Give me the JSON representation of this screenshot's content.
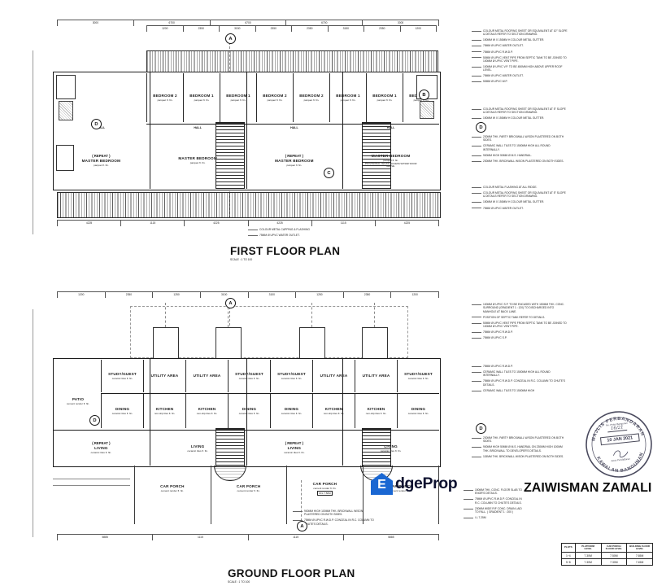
{
  "grid": {
    "a": "A",
    "b": "B",
    "c": "C",
    "d": "D"
  },
  "first_floor": {
    "title": "FIRST FLOOR PLAN",
    "scale": "SCALE : 1 TO 100",
    "dims_top": [
      "3000",
      "6700",
      "6700",
      "6700",
      "3000"
    ],
    "dims_top2": [
      "1200",
      "2350",
      "3150",
      "2350",
      "2350",
      "3150",
      "2350",
      "1200"
    ],
    "dims_bottom": [
      "4225",
      "1115",
      "4225",
      "4225",
      "1115",
      "4225"
    ],
    "bedrooms": [
      {
        "label": "BEDROOM 2",
        "fin": "parquet fl. fin."
      },
      {
        "label": "BEDROOM 1",
        "fin": "parquet fl. fin."
      },
      {
        "label": "BEDROOM 1",
        "fin": "parquet fl. fin."
      },
      {
        "label": "BEDROOM 2",
        "fin": "parquet fl. fin."
      },
      {
        "label": "BEDROOM 2",
        "fin": "parquet fl. fin."
      },
      {
        "label": "BEDROOM 1",
        "fin": "parquet fl. fin."
      },
      {
        "label": "BEDROOM 1",
        "fin": "parquet fl. fin."
      },
      {
        "label": "BEDROOM 2",
        "fin": "parquet fl. fin."
      }
    ],
    "halls": [
      "HALL",
      "HALL",
      "HALL",
      "HALL"
    ],
    "masters": [
      {
        "repeat": "( REPEAT )",
        "label": "MASTER BEDROOM",
        "fin": "parquet fl. fin."
      },
      {
        "label": "MASTER BEDROOM",
        "fin": "parquet fl. fin."
      },
      {
        "repeat": "( REPEAT )",
        "label": "MASTER BEDROOM",
        "fin": "parquet fl. fin."
      },
      {
        "label": "MASTER BEDROOM",
        "fin": "parquet fl. fin.",
        "note": "PROVISIONAL CEILING ACCESS W/TRAP DOOR ABOVE."
      }
    ],
    "bottom_notes": [
      "COLOUR METAL CAPPING & FLASHING",
      "75MM Ø UPVC WATER OUTLET."
    ],
    "ann_group1": [
      "COLOUR METAL ROOFING SHEET OR EQUIVALENT AT 10° SLOPE & DETAILS REFER TO SECTION DRAWING.",
      "150MM W X 150MM H COLOUR METAL GUTTER.",
      "75MM Ø UPVC WATER OUTLET.",
      "75MM Ø UPVC R.W.D.P.",
      "50MM Ø UPVC VENT PIPE FROM SEPTIC TANK TO BE JOINED TO 100MM Ø UPVC VENT PIPE.",
      "100MM Ø UPVC V.P. TO BE 450MM HIGH ABOVE UPPER ROOF LEVEL.",
      "75MM Ø UPVC WATER OUTLET.",
      "50MM Ø UPVC W.P."
    ],
    "ann_group2a": [
      "COLOUR METAL ROOFING SHEET OR EQUIVALENT AT 5° SLOPE & DETAILS REFER TO SECTION DRAWING.",
      "150MM W X 150MM H COLOUR METAL GUTTER."
    ],
    "ann_group2b": [
      "230MM THK. PARTY BRICKWALL W/SON PLASTERED ON BOTH SIDES.",
      "CERAMIC WALL TILES TO 1500MM HIGH ALL ROUND INTERNALLY.",
      "900MM HIGH 50MM Ø M.S. HANDRAIL.",
      "230MM THK. BRICKWALL W/SON PLASTERED ON BOTH SIDES."
    ],
    "ann_group3": [
      "COLOUR METAL FLASHING AT ALL RIDGE.",
      "COLOUR METAL ROOFING SHEET OR EQUIVALENT AT 5° SLOPE & DETAILS REFER TO SECTION DRAWING.",
      "150MM W X 150MM H COLOUR METAL GUTTER.",
      "75MM Ø UPVC WATER OUTLET."
    ]
  },
  "ground_floor": {
    "title": "GROUND FLOOR PLAN",
    "scale": "SCALE : 1 TO 100",
    "dims_top": [
      "1200",
      "2350",
      "1250",
      "3100",
      "3100",
      "1250",
      "2350",
      "1200"
    ],
    "dims_bottom": [
      "5885",
      "1115",
      "1115",
      "5885"
    ],
    "top_rooms": [
      {
        "label": "STUDY/GUEST",
        "fin": "ceramic tiles fl. fin."
      },
      {
        "label": "UTILITY AREA"
      },
      {
        "label": "UTILITY AREA"
      },
      {
        "label": "STUDY/GUEST",
        "fin": "ceramic tiles fl. fin."
      },
      {
        "label": "STUDY/GUEST",
        "fin": "ceramic tiles fl. fin."
      },
      {
        "label": "UTILITY AREA"
      },
      {
        "label": "UTILITY AREA"
      },
      {
        "label": "STUDY/GUEST",
        "fin": "ceramic tiles fl. fin."
      }
    ],
    "mid_rooms": [
      {
        "label": "DINING",
        "fin": "ceramic tiles fl. fin."
      },
      {
        "label": "KITCHEN",
        "fin": "non-slip tiles fl. fin."
      },
      {
        "label": "KITCHEN",
        "fin": "non-slip tiles fl. fin."
      },
      {
        "label": "DINING",
        "fin": "ceramic tiles fl. fin."
      },
      {
        "label": "DINING",
        "fin": "ceramic tiles fl. fin."
      },
      {
        "label": "KITCHEN",
        "fin": "non-slip tiles fl. fin."
      },
      {
        "label": "KITCHEN",
        "fin": "non-slip tiles fl. fin."
      },
      {
        "label": "DINING",
        "fin": "ceramic tiles fl. fin."
      }
    ],
    "living": [
      {
        "repeat": "( REPEAT )",
        "label": "LIVING",
        "fin": "ceramic tiles fl. fin."
      },
      {
        "label": "LIVING",
        "fin": "ceramic tiles fl. fin."
      },
      {
        "repeat": "( REPEAT )",
        "label": "LIVING",
        "fin": "ceramic tiles fl. fin."
      },
      {
        "label": "LIVING",
        "fin": "ceramic tiles fl. fin."
      }
    ],
    "patio": {
      "label": "PATIO",
      "fin": "cement render fl. fin."
    },
    "car_porches": [
      {
        "label": "CAR PORCH",
        "fin": "cement render fl. fin.",
        "ffl": ""
      },
      {
        "label": "CAR PORCH",
        "fin": "cement render fl. fin.",
        "ffl": ""
      },
      {
        "label": "CAR PORCH",
        "fin": "cement render fl. fin.",
        "ffl": "FFL 7.50M"
      },
      {
        "label": "CAR PORCH",
        "fin": "cement render fl. fin.",
        "ffl": ""
      }
    ],
    "porch_notes": [
      "900MM HIGH 100MM THK. BRICKWALL W/SON PLASTERED ON BOTH SIDES.",
      "75MM Ø UPVC R.W.D.P. CONCEAL IN R.C. COLUMN TO CHUTE'S DETAILS."
    ],
    "ann_group1": [
      "100MM Ø UPVC S.P. TO BE ENCASED WITH 150MM THK. CONC. SURROUND (GRADIENT 1 : 120) TO DISCHARGED INTO MANHOLE AT BACK LANE.",
      "POSITION OF SEPTIC TANK REFER TO DETAILS.",
      "50MM Ø UPVC VENT PIPE FROM SEPTIC TANK TO BE JOINED TO 100MM Ø UPVC VENT PIPE.",
      "75MM Ø UPVC R.W.D.P.",
      "75MM Ø UPVC S.P."
    ],
    "ann_group2": [
      "75MM Ø UPVC R.W.D.P.",
      "CERAMIC WALL TILES TO 1500MM HIGH ALL ROUND INTERNALLY.",
      "75MM Ø UPVC R.W.D.P. CONCEAL IN R.C. COLUMN TO CHUTE'S DETAILS.",
      "CERAMIC WALL TILES TO 1500MM HIGH"
    ],
    "ann_group3": [
      "230MM THK. PARTY BRICKWALL W/SON PLASTERED ON BOTH SIDES.",
      "900MM HIGH 50MM Ø M.S. HANDRAIL ON 230MM HIGH 100MM THK. BRICKWALL TO DEVELOPER'S DETAILS.",
      "115MM THK. BRICKWALL W/SON PLASTERED ON BOTH SIDES."
    ],
    "ann_group4": [
      "150MM THK. CONC. FLOOR SLAB TO ENGR'S DETAILS.",
      "75MM Ø UPVC R.W.D.P. CONCEAL IN R.C. COLUMN TO CHUTE'S DETAILS.",
      "230MM WIDE R/F CONC. DRAIN LAID TO FALL. ( GRADIENT 1 : 200 )",
      "I.L 7.25M"
    ]
  },
  "logo": {
    "e": "E",
    "rest": "dgeProp"
  },
  "owner": {
    "name": "ZAIWISMAN ZAMALI"
  },
  "stamp": {
    "arc_top": "MAJLIS PERBANDARAN",
    "arc_bottom": "KAWALAN BANGUNAN",
    "no_label": "No. Pelan Bangunan",
    "number": "16/21",
    "date": "10 JAN 2021",
    "sign_label": "Jurus Pendaftaran"
  },
  "levels_table": {
    "headers": [
      "PLOTS",
      "PLATFORM LEVEL",
      "CAR PORCH FLOOR LEVEL",
      "BUILDING FLOOR LEVEL"
    ],
    "rows": [
      [
        "1~4",
        "7.30M",
        "7.50M",
        "7.65M"
      ],
      [
        "5~8",
        "7.30M",
        "7.30M",
        "7.45M"
      ]
    ]
  }
}
